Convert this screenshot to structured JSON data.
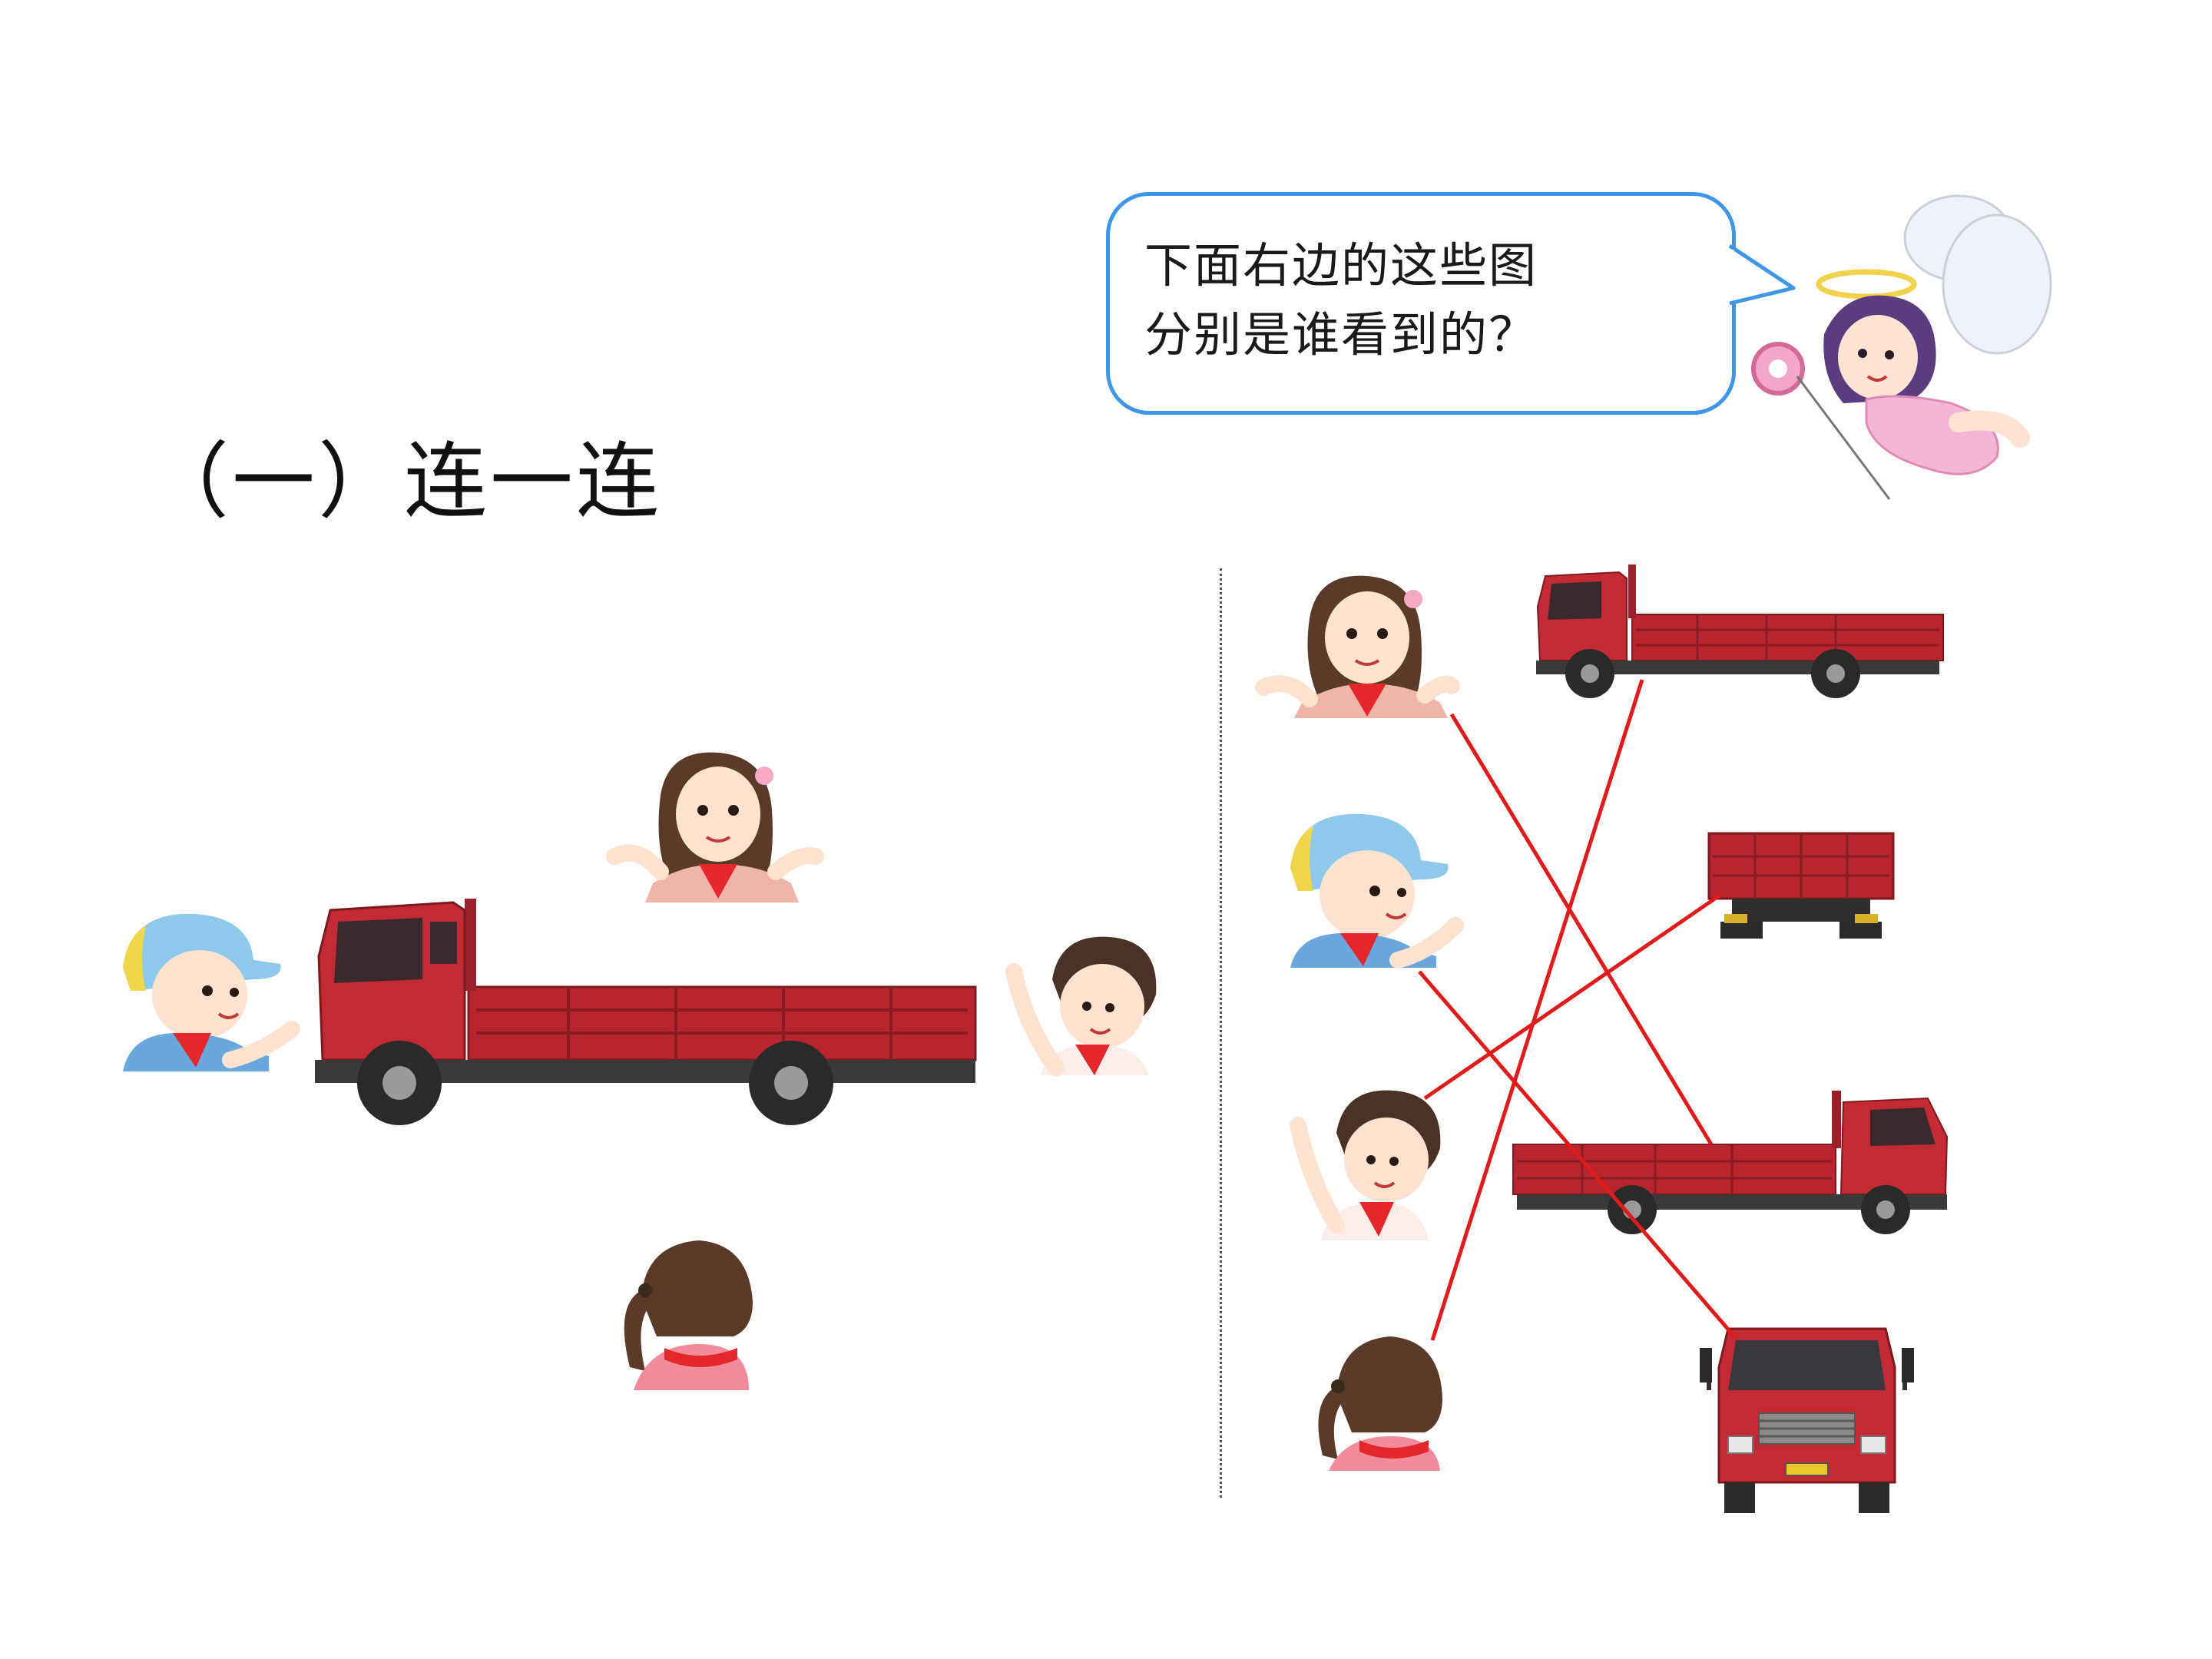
{
  "bubble": {
    "line1": "下面右边的这些图",
    "line2": "分别是谁看到的？"
  },
  "section_title": "（一）连一连",
  "colors": {
    "truck_red": "#b8252f",
    "bubble_border": "#3f96e6",
    "link_line": "#e01b1b",
    "cap_blue": "#8ec9ec",
    "scarf_red": "#e3272b"
  },
  "icons": [
    "angel-girl-icon",
    "truck-side-icon",
    "truck-rear-icon",
    "truck-front-icon",
    "child-icon"
  ],
  "matches": [
    {
      "viewer": "girl-front",
      "view": "truck-side-right-cab"
    },
    {
      "viewer": "boy-cap",
      "view": "truck-front"
    },
    {
      "viewer": "boy-waving",
      "view": "truck-rear"
    },
    {
      "viewer": "girl-back",
      "view": "truck-side-left-cab"
    }
  ]
}
